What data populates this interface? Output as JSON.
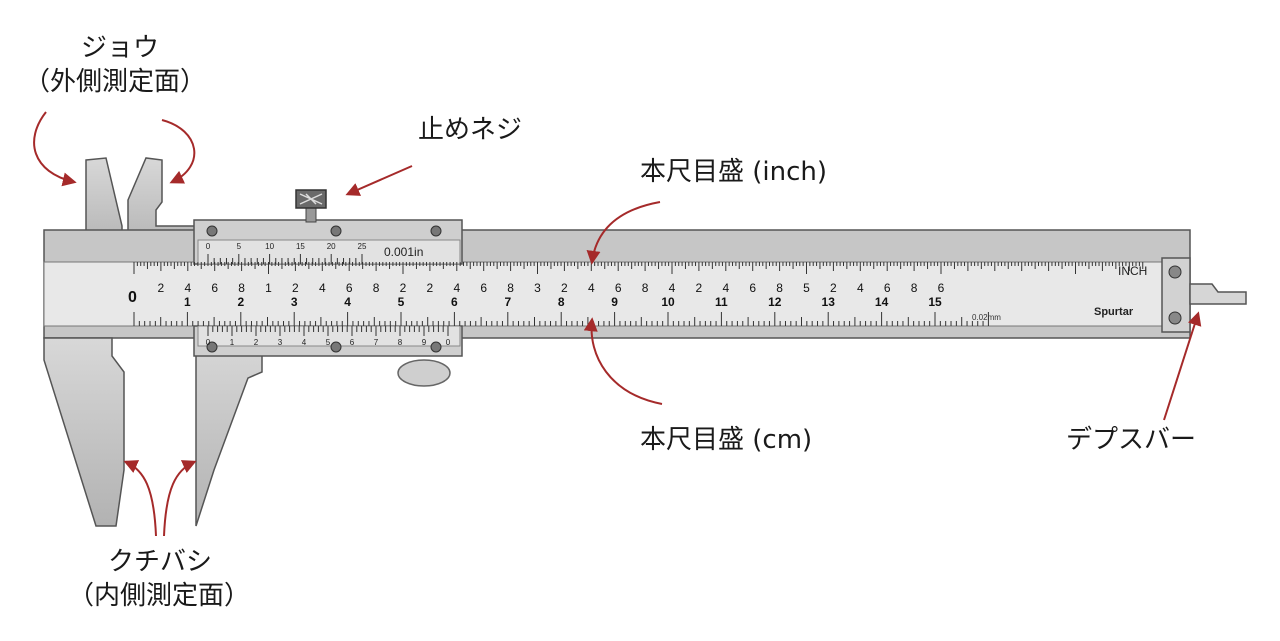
{
  "labels": {
    "jaw": "ジョウ",
    "jaw_sub": "（外側測定面）",
    "lock_screw": "止めネジ",
    "main_scale_inch": "本尺目盛 (inch)",
    "main_scale_cm": "本尺目盛 (cm)",
    "depth_bar": "デプスバー",
    "inner_jaw": "クチバシ",
    "inner_jaw_sub": "（内側測定面）"
  },
  "caliper": {
    "vernier_top_text": "0.001in",
    "vernier_top_numbers": [
      "0",
      "5",
      "10",
      "15",
      "20",
      "25"
    ],
    "vernier_bottom_numbers": [
      "0",
      "1",
      "2",
      "3",
      "4",
      "5",
      "6",
      "7",
      "8",
      "9",
      "0"
    ],
    "inch_unit": "INCH",
    "inch_numbers": [
      "2",
      "4",
      "6",
      "8",
      "1",
      "2",
      "4",
      "6",
      "8",
      "2",
      "2",
      "4",
      "6",
      "8",
      "3",
      "2",
      "4",
      "6",
      "8",
      "4",
      "2",
      "4",
      "6",
      "8",
      "5",
      "2",
      "4",
      "6",
      "8",
      "6"
    ],
    "cm_zero": "0",
    "cm_numbers": [
      "1",
      "2",
      "3",
      "4",
      "5",
      "6",
      "7",
      "8",
      "9",
      "10",
      "11",
      "12",
      "13",
      "14",
      "15"
    ],
    "brand": "Spurtar",
    "resolution": "0.02mm"
  },
  "colors": {
    "arrow": "#a52a2a",
    "metal": "#c4c4c4",
    "scale_face": "#e6e6e6",
    "outline": "#555555"
  }
}
